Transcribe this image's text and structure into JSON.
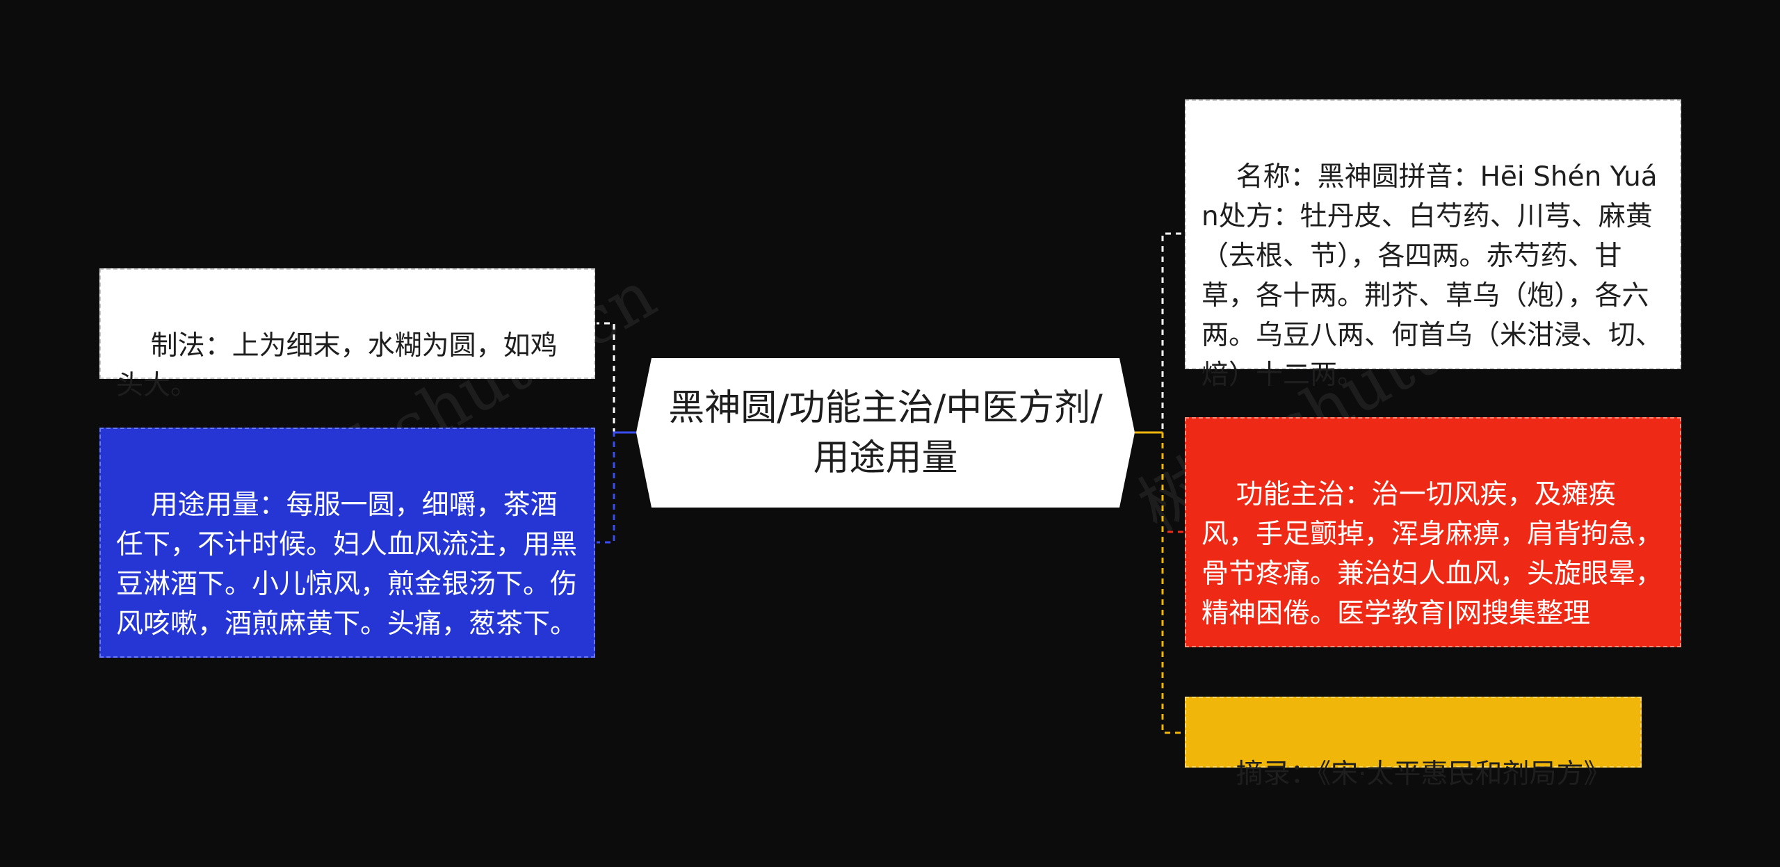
{
  "center": {
    "text": "黑神圆/功能主治/中医方剂/用途用量"
  },
  "left": [
    {
      "id": "method",
      "text": "制法：上为细末，水糊为圆，如鸡头大。"
    },
    {
      "id": "usage",
      "text": "用途用量：每服一圆，细嚼，茶酒任下，不计时候。妇人血风流注，用黑豆淋酒下。小儿惊风，煎金银汤下。伤风咳嗽，酒煎麻黄下。头痛，葱茶下。"
    }
  ],
  "right": [
    {
      "id": "name",
      "text": "名称：黑神圆拼音：Hēi Shén Yuán处方：牡丹皮、白芍药、川芎、麻黄（去根、节），各四两。赤芍药、甘草，各十两。荆芥、草乌（炮），各六两。乌豆八两、何首乌（米泔浸、切、焙）十二两。"
    },
    {
      "id": "function",
      "text": "功能主治：治一切风疾，及瘫痪风，手足颤掉，浑身麻痹，肩背拘急，骨节疼痛。兼治妇人血风，头旋眼晕，精神困倦。医学教育|网搜集整理"
    },
    {
      "id": "source",
      "text": "摘录：《宋·太平惠民和剂局方》"
    }
  ],
  "watermark": "树图 shutu.cn",
  "colors": {
    "background": "#0c0c0d",
    "white_node": "#ffffff",
    "blue_node": "#2536d4",
    "red_node": "#ee2a17",
    "gold_node": "#f0b60a",
    "connector_left_white": "#ffffff",
    "connector_left_blue": "#2536d4",
    "connector_right_white": "#ffffff",
    "connector_right_red": "#ee2a17",
    "connector_right_gold": "#f0b60a"
  }
}
